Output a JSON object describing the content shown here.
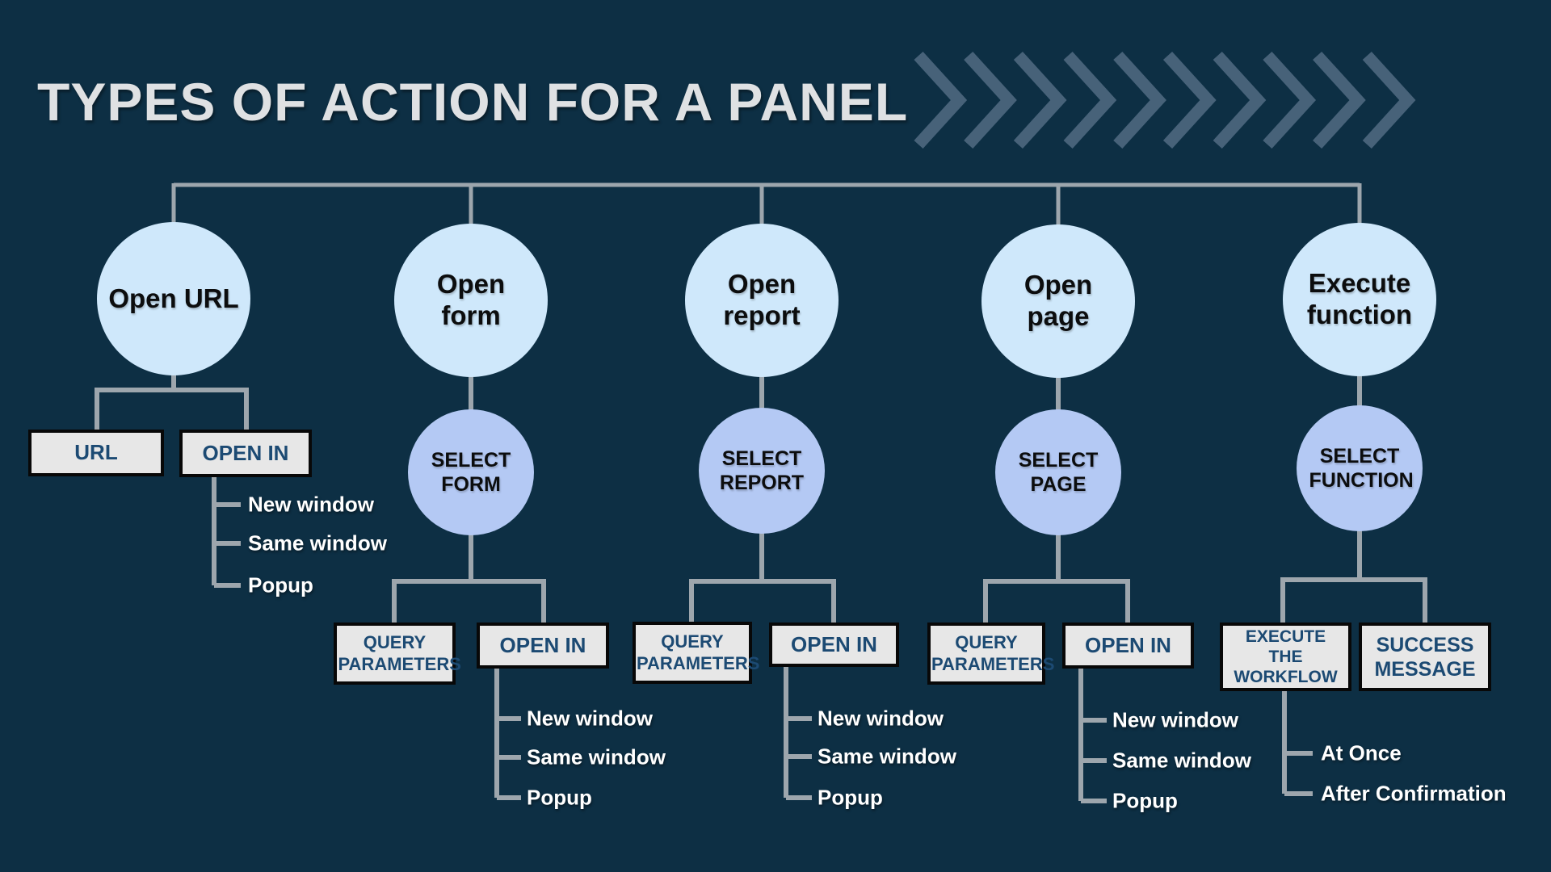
{
  "title": "TYPES OF ACTION FOR A PANEL",
  "colors": {
    "background": "#0d2f44",
    "circle_primary": "#cfe8fb",
    "circle_secondary": "#b4c9f4",
    "box_fill": "#e7e7e7",
    "box_border": "#080808",
    "box_text": "#1c4a73",
    "connector": "#9da6ad",
    "chevron": "#4c677e",
    "title_text": "#dfe1e3",
    "item_text": "#ffffff"
  },
  "chevrons": {
    "icon": "chevron-right",
    "count": 10
  },
  "branches": [
    {
      "circle": "Open URL",
      "boxes": [
        {
          "label": "URL"
        },
        {
          "label": "OPEN IN",
          "children": [
            "New window",
            "Same window",
            "Popup"
          ]
        }
      ]
    },
    {
      "circle": "Open form",
      "select": "SELECT FORM",
      "boxes": [
        {
          "label": "QUERY PARAMETERS"
        },
        {
          "label": "OPEN IN",
          "children": [
            "New window",
            "Same window",
            "Popup"
          ]
        }
      ]
    },
    {
      "circle": "Open report",
      "select": "SELECT REPORT",
      "boxes": [
        {
          "label": "QUERY PARAMETERS"
        },
        {
          "label": "OPEN IN",
          "children": [
            "New window",
            "Same window",
            "Popup"
          ]
        }
      ]
    },
    {
      "circle": "Open page",
      "select": "SELECT PAGE",
      "boxes": [
        {
          "label": "QUERY PARAMETERS"
        },
        {
          "label": "OPEN IN",
          "children": [
            "New window",
            "Same window",
            "Popup"
          ]
        }
      ]
    },
    {
      "circle": "Execute function",
      "select": "SELECT FUNCTION",
      "boxes": [
        {
          "label": "EXECUTE THE WORKFLOW",
          "children": [
            "At Once",
            "After Confirmation"
          ]
        },
        {
          "label": "SUCCESS MESSAGE"
        }
      ]
    }
  ]
}
